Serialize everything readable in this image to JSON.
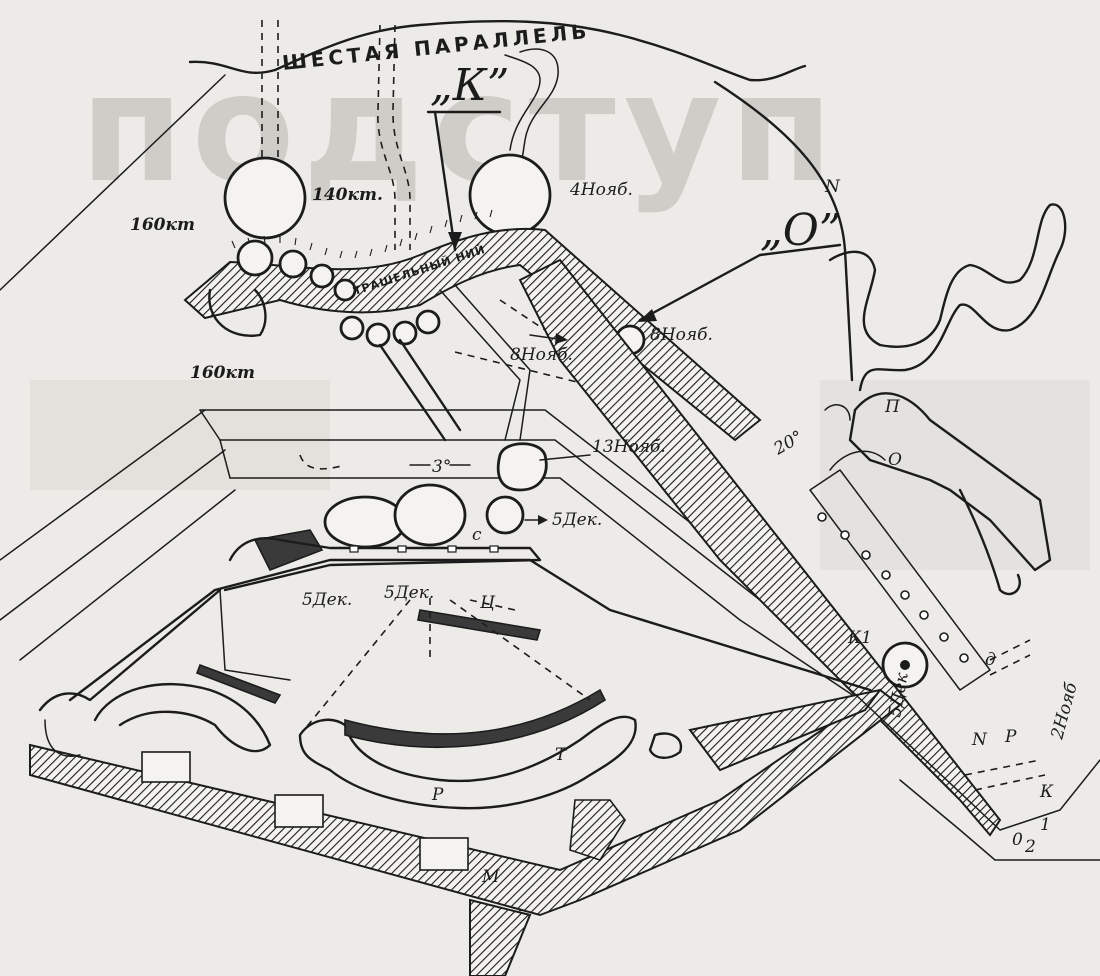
{
  "watermark": "подступ",
  "labels": {
    "parallel": "ШЕСТАЯ ПАРАЛЛЕЛЬ",
    "trench": "ТРАШЕЛЬНЫЙ НИЙ",
    "marker_k": "„К”",
    "marker_o": "„О”",
    "crater_140": "140кт.",
    "crater_160_top": "160кт",
    "crater_160_bottom": "160кт",
    "crater_4nov": "4Нояб.",
    "crater_8nov_right": "8Нояб.",
    "crater_8nov_left": "8Нояб.",
    "crater_13nov": "13Нояб.",
    "crater_5dec_right": "5Дек.",
    "crater_5dec_left": "5Дек.",
    "crater_5dec_mid": "5Дек.",
    "crater_5dec_corner": "5Дек",
    "crater_2nov": "2Нояб",
    "dist_3": "3°",
    "dist_20": "20°",
    "letter_c": "с",
    "letter_ts": "Ц",
    "letter_t": "Т",
    "letter_r": "Р",
    "letter_m": "М",
    "letter_n_small": "N",
    "letter_n_ditch": "N",
    "letter_r_small": "Р",
    "letter_k1": "К1",
    "letter_d": "д",
    "letter_k_small": "К",
    "letter_o_small": "О",
    "letter_p_small": "П",
    "num_0": "0",
    "num_1": "1",
    "num_2": "2"
  }
}
